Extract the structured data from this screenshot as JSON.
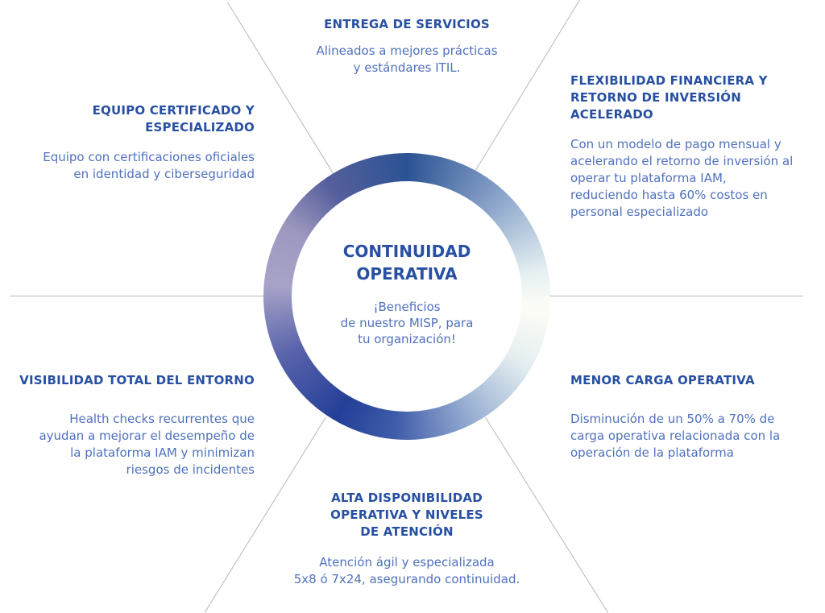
{
  "center": {
    "title_line1": "CONTINUIDAD",
    "title_line2": "OPERATIVA",
    "sub_line1": "¡Beneficios",
    "sub_line2": "de nuestro MISP, para",
    "sub_line3": "tu organización!"
  },
  "benefits": [
    {
      "title": [
        "ENTREGA DE SERVICIOS"
      ],
      "body": [
        "Alineados a mejores prácticas",
        "y estándares ITIL."
      ]
    },
    {
      "title": [
        "FLEXIBILIDAD FINANCIERA Y",
        "RETORNO DE INVERSIÓN",
        "ACELERADO"
      ],
      "body": [
        "Con un modelo de pago mensual y",
        "acelerando el retorno de inversión al",
        "operar tu plataforma IAM,",
        "reduciendo hasta 60% costos en",
        "personal especializado"
      ]
    },
    {
      "title": [
        "MENOR CARGA OPERATIVA"
      ],
      "body": [
        "Disminución de un 50% a 70% de",
        "carga operativa relacionada con la",
        "operación de la plataforma"
      ]
    },
    {
      "title": [
        "ALTA DISPONIBILIDAD",
        "OPERATIVA Y NIVELES",
        "DE ATENCIÓN"
      ],
      "body": [
        "Atención ágil y especializada",
        "5x8 ó 7x24, asegurando continuidad."
      ]
    },
    {
      "title": [
        "VISIBILIDAD TOTAL DEL ENTORNO"
      ],
      "body": [
        "Health checks recurrentes que",
        "ayudan a mejorar el desempeño de",
        "la plataforma IAM y minimizan",
        "riesgos de incidentes"
      ]
    },
    {
      "title": [
        "EQUIPO CERTIFICADO Y",
        "ESPECIALIZADO"
      ],
      "body": [
        "Equipo con certificaciones oficiales",
        "en identidad y ciberseguridad"
      ]
    }
  ],
  "colors": {
    "title": "#2850a2",
    "body": "#4f71bd",
    "divider": "#b8b8b8"
  }
}
